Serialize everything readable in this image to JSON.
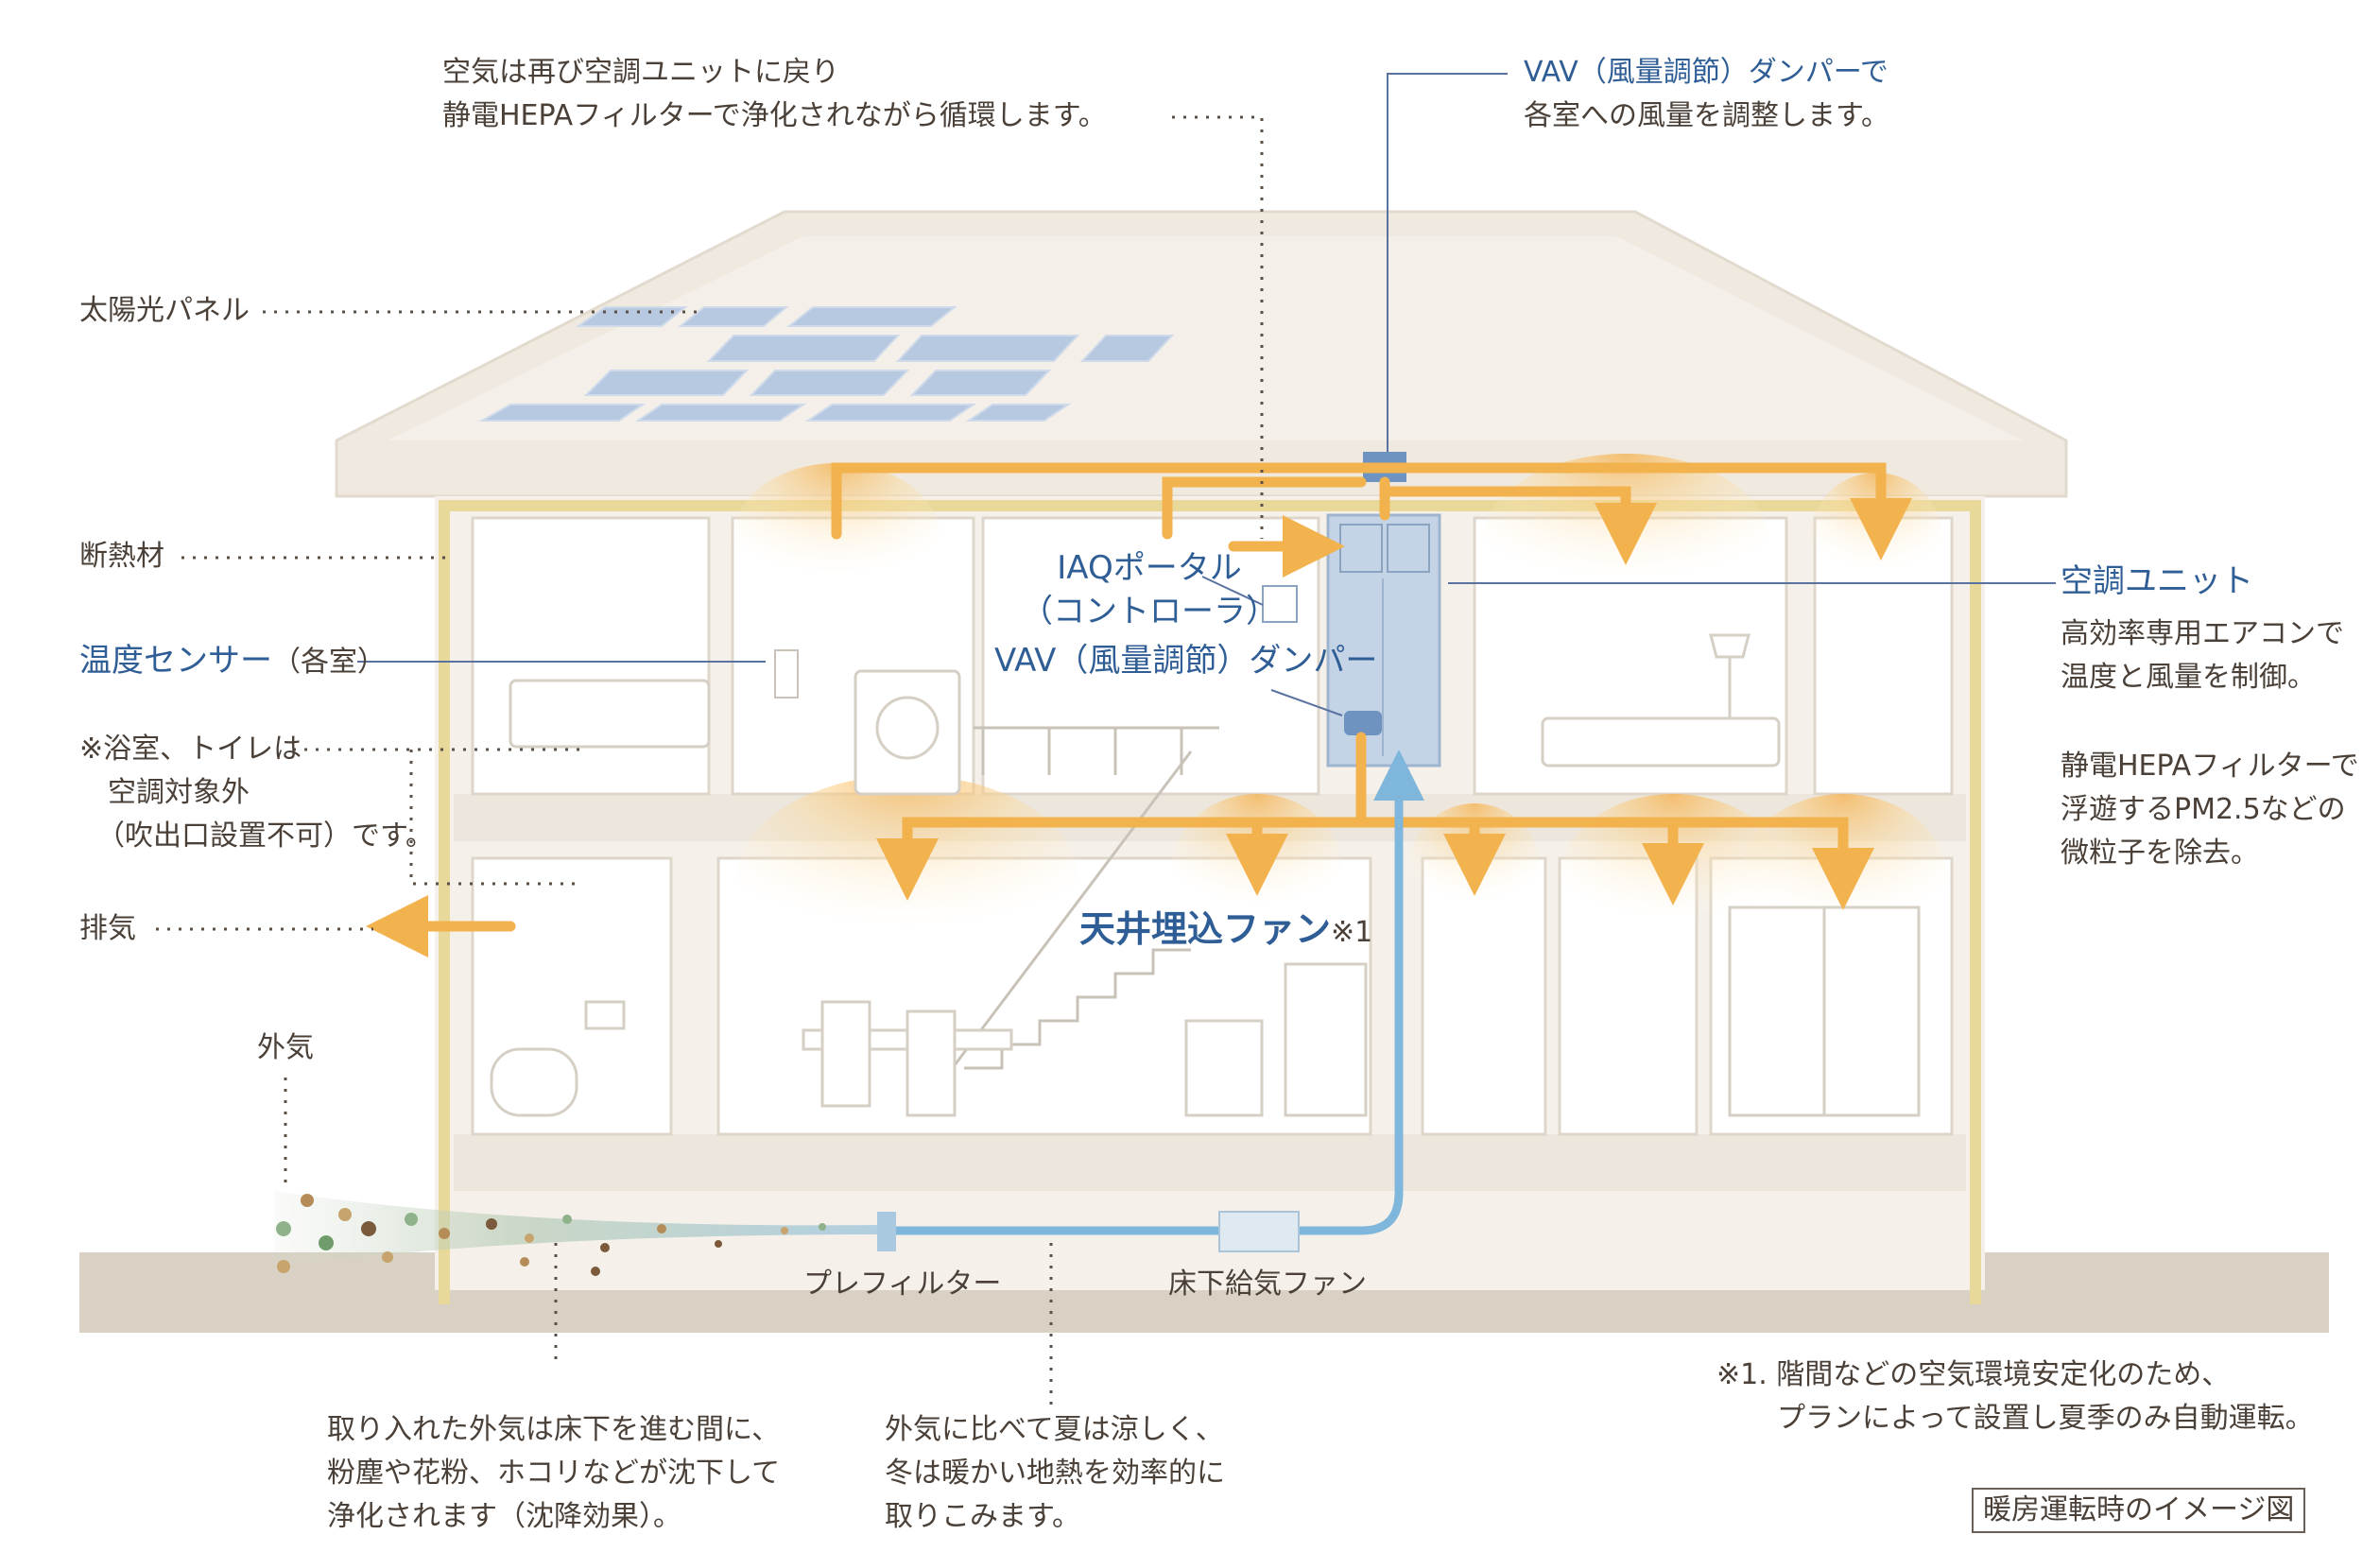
{
  "labels": {
    "recirc": [
      "空気は再び空調ユニットに戻り",
      "静電HEPAフィルターで浄化されながら循環します。"
    ],
    "vav_top": "VAV（風量調節）ダンパーで",
    "vav_top_sub": "各室への風量を調整します。",
    "solar": "太陽光パネル",
    "insulation": "断熱材",
    "temp_sensor": "温度センサー",
    "temp_sensor_sub": "（各室）",
    "bath_note": [
      "※浴室、トイレは",
      "空調対象外",
      "（吹出口設置不可）です。"
    ],
    "exhaust": "排気",
    "outside_air": "外気",
    "iaq": [
      "IAQポータル",
      "（コントローラ）"
    ],
    "vav_inner": "VAV（風量調節）ダンパー",
    "ceiling_fan": "天井埋込ファン",
    "ceiling_fan_note": "※1",
    "hvac_unit": "空調ユニット",
    "hvac_desc1": [
      "高効率専用エアコンで",
      "温度と風量を制御。"
    ],
    "hvac_desc2": [
      "静電HEPAフィルターで",
      "浮遊するPM2.5などの",
      "微粒子を除去。"
    ],
    "prefilter": "プレフィルター",
    "underfloor_fan": "床下給気ファン",
    "intake_note": [
      "取り入れた外気は床下を進む間に、",
      "粉塵や花粉、ホコリなどが沈下して",
      "浄化されます（沈降効果）。"
    ],
    "geo_note": [
      "外気に比べて夏は涼しく、",
      "冬は暖かい地熱を効率的に",
      "取りこみます。"
    ],
    "footnote": [
      "※1. 階間などの空気環境安定化のため、",
      "プランによって設置し夏季のみ自動運転。"
    ],
    "caption": "暖房運転時のイメージ図"
  },
  "colors": {
    "warm_duct": "#f2b24e",
    "cool_duct": "#7fb6dc",
    "wall": "#e8d99a",
    "house_fill": "#f5f1ea",
    "ground": "#d9d1c4",
    "label_blue": "#2f5d95",
    "label_text": "#4a4038"
  }
}
